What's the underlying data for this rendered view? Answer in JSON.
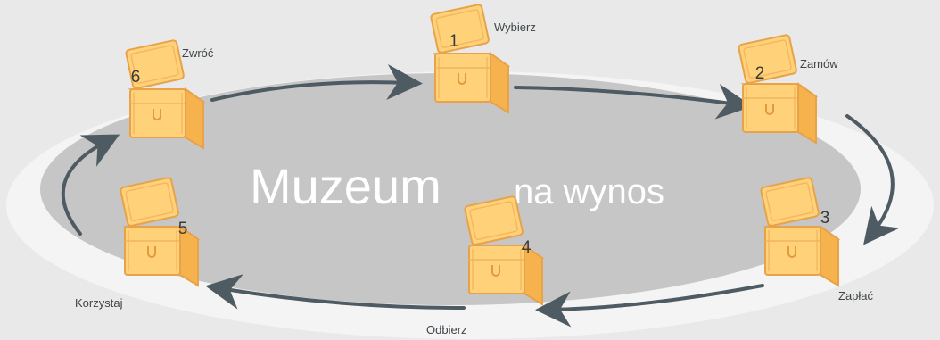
{
  "title": {
    "main": "Muzeum",
    "sub": "na wynos"
  },
  "steps": [
    {
      "number": "1",
      "label": "Wybierz"
    },
    {
      "number": "2",
      "label": "Zamów"
    },
    {
      "number": "3",
      "label": "Zapłać"
    },
    {
      "number": "4",
      "label": "Odbierz"
    },
    {
      "number": "5",
      "label": "Korzystaj"
    },
    {
      "number": "6",
      "label": "Zwróć"
    }
  ],
  "colors": {
    "background": "#e9e9e9",
    "outer_ring": "#f4f4f4",
    "inner_ellipse": "#c6c6c6",
    "arrow": "#4f5b62",
    "box_face": "#ffd27a",
    "box_dark": "#f6b24d",
    "box_outline": "#e7a24a",
    "title_text": "#ffffff"
  },
  "icons": [
    "treasure-box-icon",
    "arrow-icon"
  ]
}
